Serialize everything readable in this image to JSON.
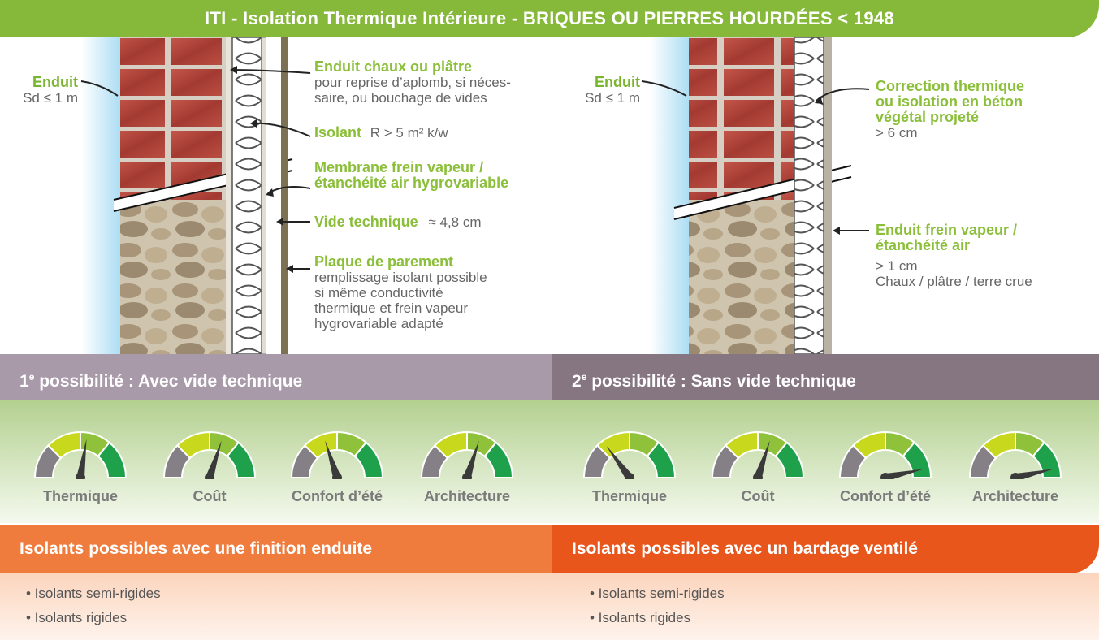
{
  "title": "ITI - Isolation Thermique Intérieure - BRIQUES OU PIERRES HOURDÉES < 1948",
  "left_diagram": {
    "enduit_label": "Enduit",
    "enduit_sd": "Sd ≤ 1 m",
    "label1_title": "Enduit chaux ou plâtre",
    "label1_sub1": "pour reprise d’aplomb, si néces-",
    "label1_sub2": "saire, ou bouchage de vides",
    "label2_title": "Isolant",
    "label2_val": "R > 5 m² k/w",
    "label3_title1": "Membrane frein vapeur /",
    "label3_title2": "étanchéité air hygrovariable",
    "label4_title": "Vide technique",
    "label4_val": "≈ 4,8 cm",
    "label5_title": "Plaque de parement",
    "label5_sub1": "remplissage isolant possible",
    "label5_sub2": "si même conductivité",
    "label5_sub3": "thermique et frein vapeur",
    "label5_sub4": "hygrovariable adapté"
  },
  "right_diagram": {
    "enduit_label": "Enduit",
    "enduit_sd": "Sd ≤ 1 m",
    "label1_title1": "Correction thermique",
    "label1_title2": "ou isolation en béton",
    "label1_title3": "végétal projeté",
    "label1_sub": "> 6 cm",
    "label2_title1": "Enduit frein vapeur /",
    "label2_title2": "étanchéité air",
    "label2_sub1": "> 1 cm",
    "label2_sub2": "Chaux / plâtre / terre crue"
  },
  "possibilities": [
    {
      "num": "1",
      "sup": "e",
      "label": "possibilité : Avec vide technique",
      "bar_color": "#a99aa9",
      "gauges": [
        {
          "label": "Thermique",
          "level": 0.55
        },
        {
          "label": "Coût",
          "level": 0.6
        },
        {
          "label": "Confort d’été",
          "level": 0.4
        },
        {
          "label": "Architecture",
          "level": 0.6
        }
      ]
    },
    {
      "num": "2",
      "sup": "e",
      "label": "possibilité : Sans vide technique",
      "bar_color": "#857682",
      "gauges": [
        {
          "label": "Thermique",
          "level": 0.3
        },
        {
          "label": "Coût",
          "level": 0.6
        },
        {
          "label": "Confort d’été",
          "level": 0.93
        },
        {
          "label": "Architecture",
          "level": 0.93
        }
      ]
    }
  ],
  "insulants": [
    {
      "title": "Isolants possibles avec une finition enduite",
      "bar_color": "#ef7b3c",
      "items": [
        "• Isolants semi-rigides",
        "• Isolants rigides"
      ]
    },
    {
      "title": "Isolants possibles avec un bardage ventilé",
      "bar_color": "#e8561c",
      "items": [
        "• Isolants semi-rigides",
        "• Isolants rigides"
      ]
    }
  ],
  "colors": {
    "title_green": "#86b83a",
    "label_green": "#8bbf3a",
    "gauge_gray": "#858085",
    "gauge_lime": "#c8d81c",
    "gauge_mid": "#8fc23a",
    "gauge_green": "#1fa04a"
  }
}
